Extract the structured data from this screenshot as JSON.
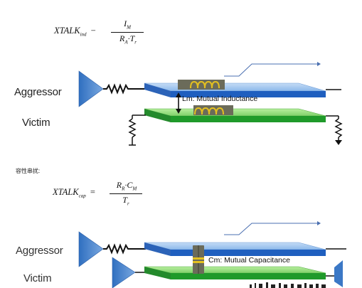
{
  "formula_inductive": {
    "lhs": "XTALK",
    "lhs_sub": "ind",
    "operator": "−",
    "numerator": "I",
    "numerator_sub": "M",
    "denominator": "R",
    "denominator_sub": "A",
    "denominator_rest": "·T",
    "denominator_rest_sub": "r"
  },
  "formula_capacitive": {
    "lhs": "XTALK",
    "lhs_sub": "cap",
    "operator": "=",
    "numerator": "R",
    "numerator_sub": "R",
    "numerator_rest": "·C",
    "numerator_rest_sub": "M",
    "denominator": "T",
    "denominator_sub": "r"
  },
  "top_diagram": {
    "aggressor_label": "Aggressor",
    "victim_label": "Victim",
    "coupling_label": "Lm: Mutual Inductance"
  },
  "caption": "容性串扰:",
  "bottom_diagram": {
    "aggressor_label": "Aggressor",
    "victim_label": "Victim",
    "coupling_label": "Cm: Mutual Capacitance"
  },
  "colors": {
    "aggressor_trace": "#1f5fbf",
    "aggressor_trace_top": "#9ec4ee",
    "victim_trace": "#1f9a2a",
    "victim_trace_top": "#8fdc7a",
    "driver": "#3b78c6",
    "inductor_body": "#6b6b5a",
    "inductor_coil": "#e4c020"
  }
}
